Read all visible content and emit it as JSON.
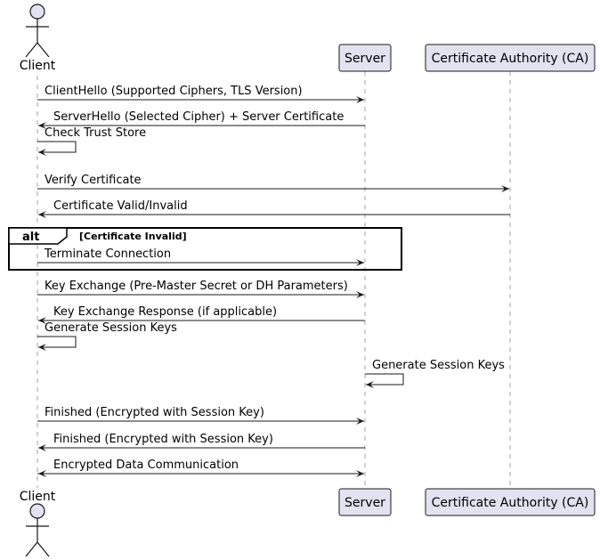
{
  "participants": {
    "client": "Client",
    "server": "Server",
    "ca": "Certificate Authority (CA)"
  },
  "messages": [
    {
      "text": "ClientHello (Supported Ciphers, TLS Version)",
      "from": "client",
      "to": "server"
    },
    {
      "text": "ServerHello (Selected Cipher) + Server Certificate",
      "from": "server",
      "to": "client"
    },
    {
      "text": "Check Trust Store",
      "from": "client",
      "to": "client"
    },
    {
      "text": "Verify Certificate",
      "from": "client",
      "to": "ca"
    },
    {
      "text": "Certificate Valid/Invalid",
      "from": "ca",
      "to": "client"
    },
    {
      "text": "Terminate Connection",
      "from": "client",
      "to": "server"
    },
    {
      "text": "Key Exchange (Pre-Master Secret or DH Parameters)",
      "from": "client",
      "to": "server"
    },
    {
      "text": "Key Exchange Response (if applicable)",
      "from": "server",
      "to": "client"
    },
    {
      "text": "Generate Session Keys",
      "from": "client",
      "to": "client"
    },
    {
      "text": "Generate Session Keys",
      "from": "server",
      "to": "server"
    },
    {
      "text": "Finished (Encrypted with Session Key)",
      "from": "client",
      "to": "server"
    },
    {
      "text": "Finished (Encrypted with Session Key)",
      "from": "server",
      "to": "client"
    },
    {
      "text": "Encrypted Data Communication",
      "from": "client",
      "to": "server",
      "bidirectional": true
    }
  ],
  "alt": {
    "keyword": "alt",
    "condition": "[Certificate Invalid]"
  },
  "colors": {
    "participant_fill": "#e2e2f0",
    "line": "#181818",
    "lifeline": "#a0a0a0"
  }
}
